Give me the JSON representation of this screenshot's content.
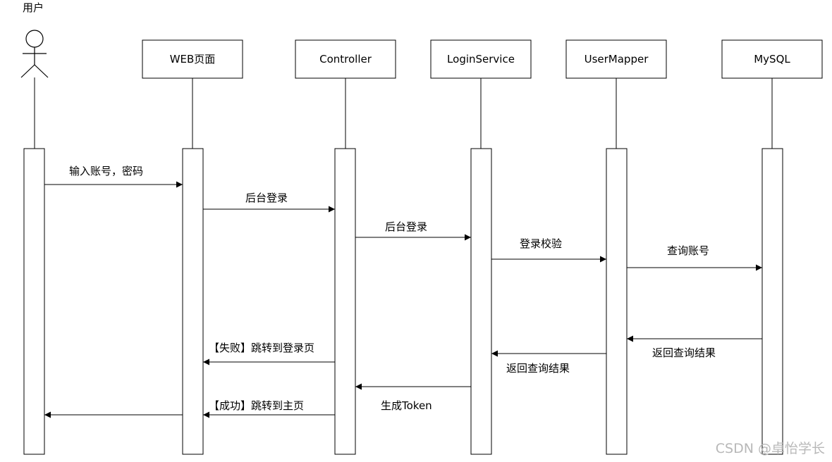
{
  "actor": {
    "label": "用户",
    "icon": "stick-figure-icon"
  },
  "participants": [
    {
      "id": "web",
      "label": "WEB页面"
    },
    {
      "id": "controller",
      "label": "Controller"
    },
    {
      "id": "service",
      "label": "LoginService"
    },
    {
      "id": "mapper",
      "label": "UserMapper"
    },
    {
      "id": "db",
      "label": "MySQL"
    }
  ],
  "messages": [
    {
      "from": "user",
      "to": "web",
      "label": "输入账号，密码"
    },
    {
      "from": "web",
      "to": "controller",
      "label": "后台登录"
    },
    {
      "from": "controller",
      "to": "service",
      "label": "后台登录"
    },
    {
      "from": "service",
      "to": "mapper",
      "label": "登录校验"
    },
    {
      "from": "mapper",
      "to": "db",
      "label": "查询账号"
    },
    {
      "from": "db",
      "to": "mapper",
      "label": "返回查询结果"
    },
    {
      "from": "mapper",
      "to": "service",
      "label": "返回查询结果"
    },
    {
      "from": "controller",
      "to": "web",
      "label": "【失败】跳转到登录页"
    },
    {
      "from": "service",
      "to": "controller",
      "label": "生成Token"
    },
    {
      "from": "controller",
      "to": "web",
      "label": "【成功】跳转到主页"
    },
    {
      "from": "web",
      "to": "user",
      "label": ""
    }
  ],
  "watermark": "CSDN @卓怡学长",
  "colors": {
    "line": "#000000",
    "background": "#ffffff",
    "watermark": "#b8b8b8"
  }
}
